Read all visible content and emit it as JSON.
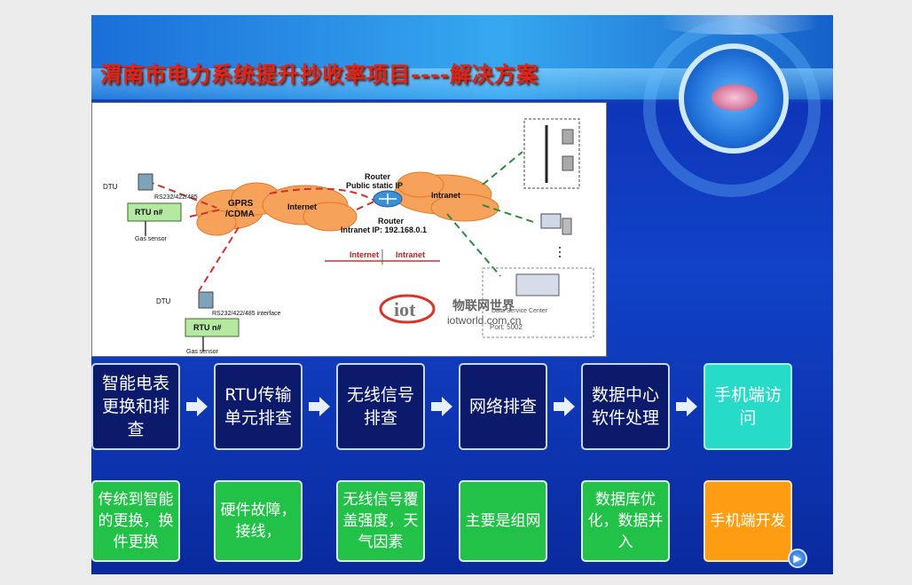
{
  "slide": {
    "title": "渭南市电力系统提升抄收率项目----解决方案"
  },
  "diagram": {
    "dtu_top": "DTU",
    "rs_top": "RS232/422/485",
    "rtu_top": "RTU n#",
    "gas_top": "Gas sensor",
    "gprs": "GPRS",
    "cdma": "/CDMA",
    "internet_cloud": "Internet",
    "router_label": "Router",
    "router_public": "Public static IP",
    "intranet_cloud": "Intranet",
    "router2_label": "Router",
    "router2_ip": "Intranet IP: 192.168.0.1",
    "legend_internet": "Internet",
    "legend_intranet": "Intranet",
    "dtu_bottom": "DTU",
    "rs_bottom": "RS232/422/485 interface",
    "rtu_bottom": "RTU n#",
    "gas_bottom": "Gas sensor",
    "watermark_cn": "物联网世界",
    "watermark_en": "iotworld.com.cn",
    "dsc": "Data Service Center",
    "port": "Port: 5002"
  },
  "steps": [
    {
      "label": "智能电表更换和排查"
    },
    {
      "label": "RTU传输单元排查"
    },
    {
      "label": "无线信号排查"
    },
    {
      "label": "网络排查"
    },
    {
      "label": "数据中心软件处理"
    },
    {
      "label": "手机端访问"
    }
  ],
  "notes": [
    {
      "label": "传统到智能的更换，换件更换"
    },
    {
      "label": "硬件故障，接线，"
    },
    {
      "label": "无线信号覆盖强度，天气因素"
    },
    {
      "label": "主要是组网"
    },
    {
      "label": "数据库优化，数据并入"
    },
    {
      "label": "手机端开发"
    }
  ],
  "colors": {
    "step_dark": "#0b1a6b",
    "step_final": "#26dcc8",
    "note_green": "#22c248",
    "note_final": "#ff9d12",
    "title_red": "#e02418"
  },
  "icons": {
    "arrow": "right-arrow-icon",
    "nav": "next-slide-icon"
  }
}
